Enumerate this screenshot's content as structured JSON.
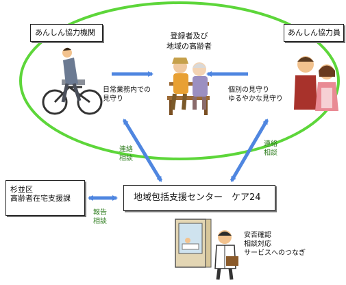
{
  "boxes": {
    "partner_org": "あんしん協力機関",
    "partner_member": "あんしん協力員",
    "ward_line1": "杉並区",
    "ward_line2": "高齢者在宅支援課",
    "center": "地域包括支援センター　ケア24"
  },
  "labels": {
    "registrant_line1": "登録者及び",
    "registrant_line2": "地域の高齢者",
    "daily_watch_line1": "日常業務内での",
    "daily_watch_line2": "見守り",
    "individual_watch_line1": "個別の見守り",
    "individual_watch_line2": "ゆるやかな見守り",
    "contact_left_line1": "連絡",
    "contact_left_line2": "相談",
    "contact_right_line1": "連絡",
    "contact_right_line2": "相談",
    "report_line1": "報告",
    "report_line2": "相談",
    "service_line1": "安否確認",
    "service_line2": "相談対応",
    "service_line3": "サービスへのつなぎ"
  },
  "colors": {
    "ellipse": "#5dd63a",
    "arrow": "#4f86e0",
    "green_text": "#2e7d1e"
  },
  "icons": [
    "cyclist-icon",
    "elderly-couple-icon",
    "volunteer-couple-icon",
    "staff-visit-icon"
  ]
}
